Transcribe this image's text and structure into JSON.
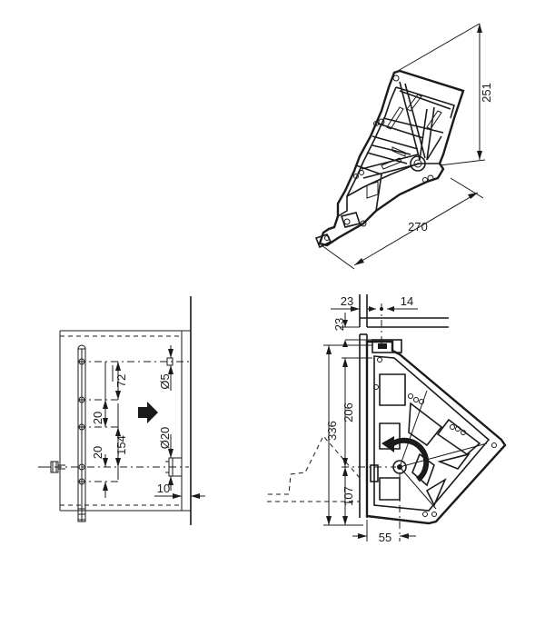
{
  "dimensions": {
    "iso_height": "251",
    "iso_length": "270",
    "side_72": "72",
    "side_20_upper": "20",
    "side_154": "154",
    "side_20_lower": "20",
    "side_dia5": "Ø5",
    "side_dia20": "Ø20",
    "side_10": "10",
    "front_23_h": "23",
    "front_14": "14",
    "front_23_v": "23",
    "front_206": "206",
    "front_336": "336",
    "front_107": "107",
    "front_55": "55"
  },
  "colors": {
    "line": "#1a1a1a",
    "fill_dark": "#222222",
    "fill_light": "#ffffff"
  },
  "icons": {
    "direction_arrow": "right-arrow-icon",
    "rotation_arrow": "curved-arrow-icon",
    "screw": "screw-icon"
  }
}
